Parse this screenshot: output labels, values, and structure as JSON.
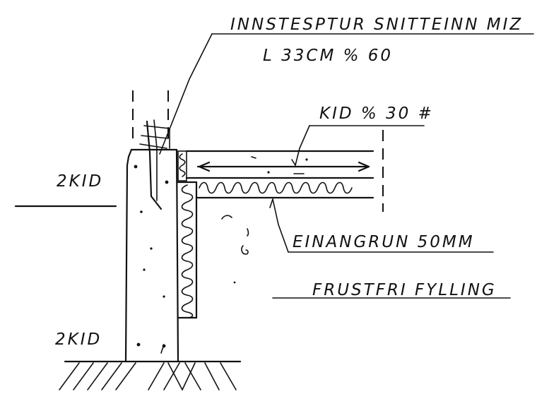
{
  "labels": {
    "anchor_line1": "INNSTESPTUR SNITTEINN MIZ",
    "anchor_line2": "L 33CM % 60",
    "slab_reinforcement": "KID % 30 #",
    "upper_wall": "2KID",
    "insulation": "EINANGRUN 50MM",
    "frost_fill": "FRUSTFRI FYLLING",
    "lower_wall": "2KID"
  },
  "colors": {
    "ink": "#111111",
    "paper": "#ffffff"
  }
}
